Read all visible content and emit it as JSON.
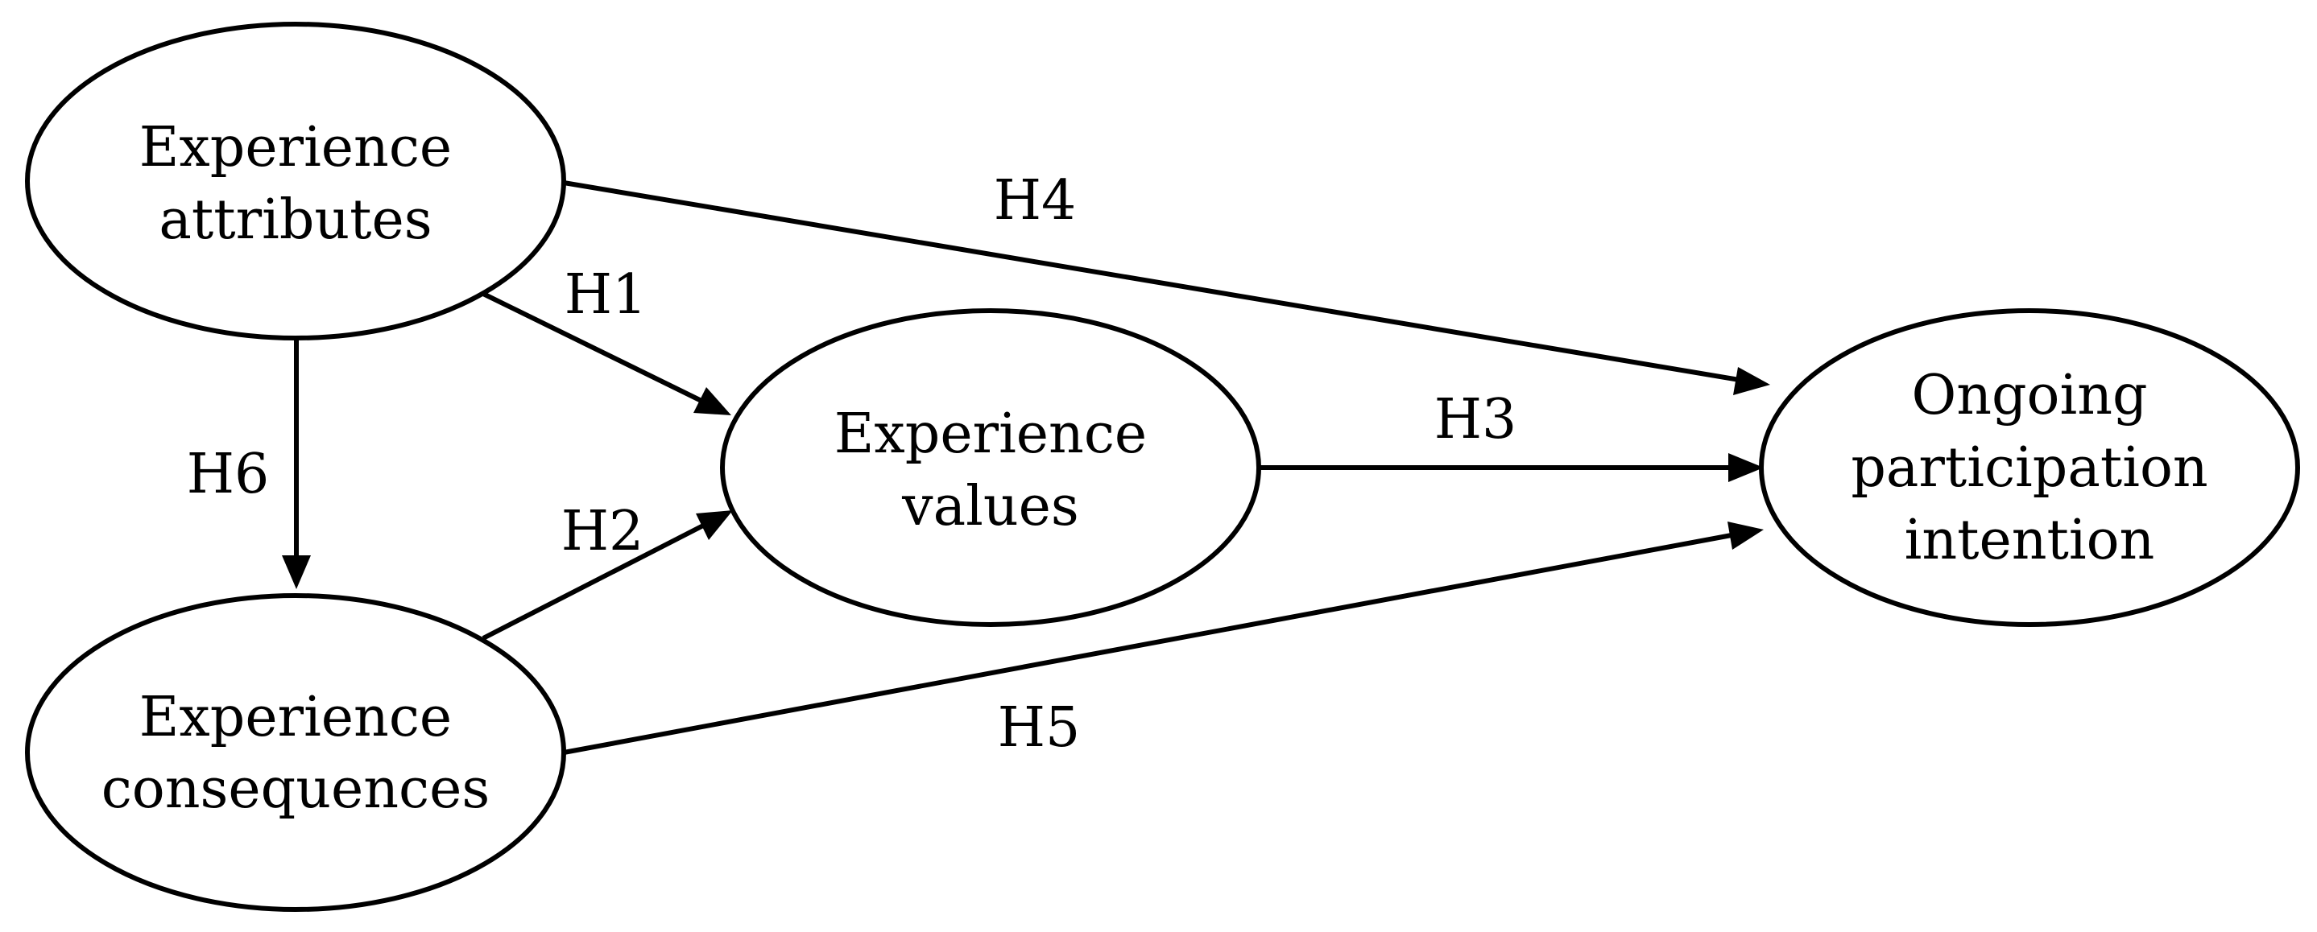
{
  "nodes": {
    "attributes": {
      "lines": [
        "Experience",
        "attributes"
      ]
    },
    "consequences": {
      "lines": [
        "Experience",
        "consequences"
      ]
    },
    "values": {
      "lines": [
        "Experience",
        "values"
      ]
    },
    "intention": {
      "lines": [
        "Ongoing",
        "participation",
        "intention"
      ]
    }
  },
  "edges": {
    "h1": {
      "label": "H1",
      "from": "attributes",
      "to": "values"
    },
    "h2": {
      "label": "H2",
      "from": "consequences",
      "to": "values"
    },
    "h3": {
      "label": "H3",
      "from": "values",
      "to": "intention"
    },
    "h4": {
      "label": "H4",
      "from": "attributes",
      "to": "intention"
    },
    "h5": {
      "label": "H5",
      "from": "consequences",
      "to": "intention"
    },
    "h6": {
      "label": "H6",
      "from": "attributes",
      "to": "consequences"
    }
  },
  "colors": {
    "stroke": "#000000",
    "background": "#ffffff"
  }
}
